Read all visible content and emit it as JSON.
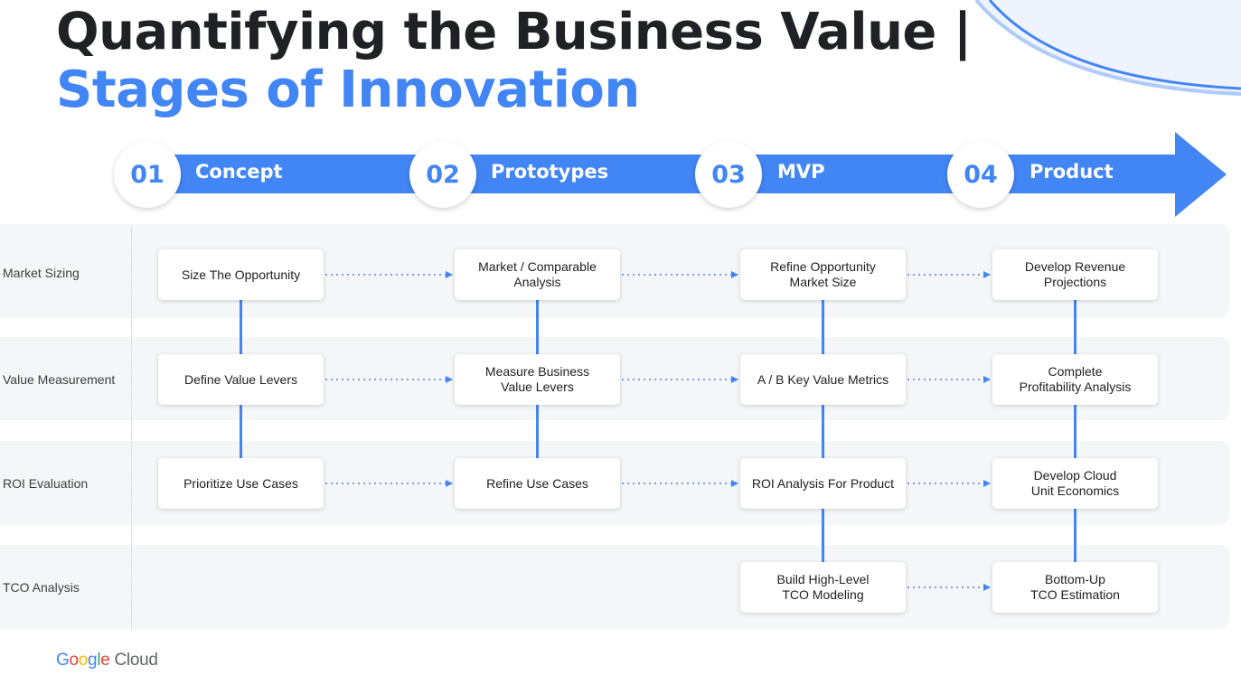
{
  "title": {
    "line1": "Quantifying the Business Value |",
    "line2": "Stages of Innovation"
  },
  "stages": [
    {
      "number": "01",
      "name": "Concept"
    },
    {
      "number": "02",
      "name": "Prototypes"
    },
    {
      "number": "03",
      "name": "MVP"
    },
    {
      "number": "04",
      "name": "Product"
    }
  ],
  "rows": [
    {
      "label": "Market Sizing",
      "cells": [
        "Size The Opportunity",
        "Market / Comparable\nAnalysis",
        "Refine Opportunity\nMarket Size",
        "Develop Revenue\nProjections"
      ]
    },
    {
      "label": "Value Measurement",
      "cells": [
        "Define Value Levers",
        "Measure Business\nValue Levers",
        "A / B Key Value Metrics",
        "Complete\nProfitability Analysis"
      ]
    },
    {
      "label": "ROI Evaluation",
      "cells": [
        "Prioritize Use Cases",
        "Refine Use Cases",
        "ROI Analysis For Product",
        "Develop Cloud\nUnit Economics"
      ]
    },
    {
      "label": "TCO Analysis",
      "cells": [
        "",
        "",
        "Build High-Level\nTCO Modeling",
        "Bottom-Up\nTCO Estimation"
      ]
    }
  ],
  "logo": {
    "word1": "Google",
    "word2": "Cloud"
  },
  "colors": {
    "accent": "#4285f4",
    "title": "#202124",
    "band": "#f5f6f8"
  }
}
